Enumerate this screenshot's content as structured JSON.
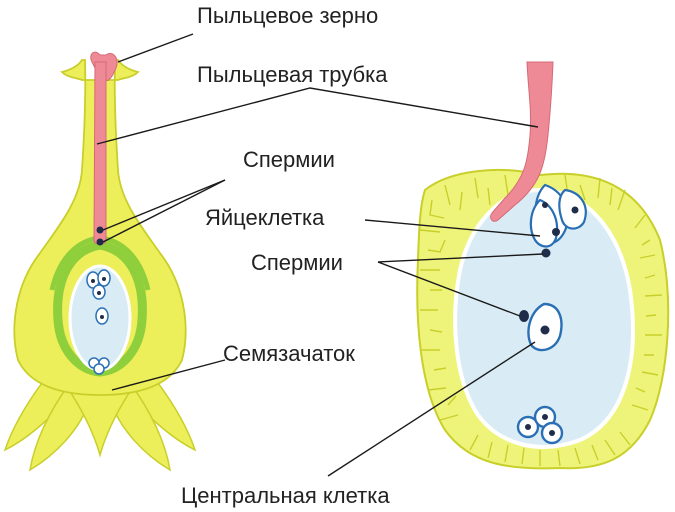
{
  "labels": {
    "pollen_grain": "Пыльцевое зерно",
    "pollen_tube": "Пыльцевая трубка",
    "sperm_left": "Спермии",
    "egg_cell": "Яйцеклетка",
    "sperm_right": "Спермии",
    "ovule": "Семязачаток",
    "central_cell": "Центральная клетка"
  },
  "colors": {
    "pistil": "#ecee5a",
    "pistil_outline": "#c9cf2a",
    "ovary_green": "#8fcf3c",
    "embryo_sac": "#d9ecf6",
    "pollen_tube": "#ee8a96",
    "cell_wall_blue": "#2a6fb3",
    "nucleus": "#1f2d4a"
  }
}
